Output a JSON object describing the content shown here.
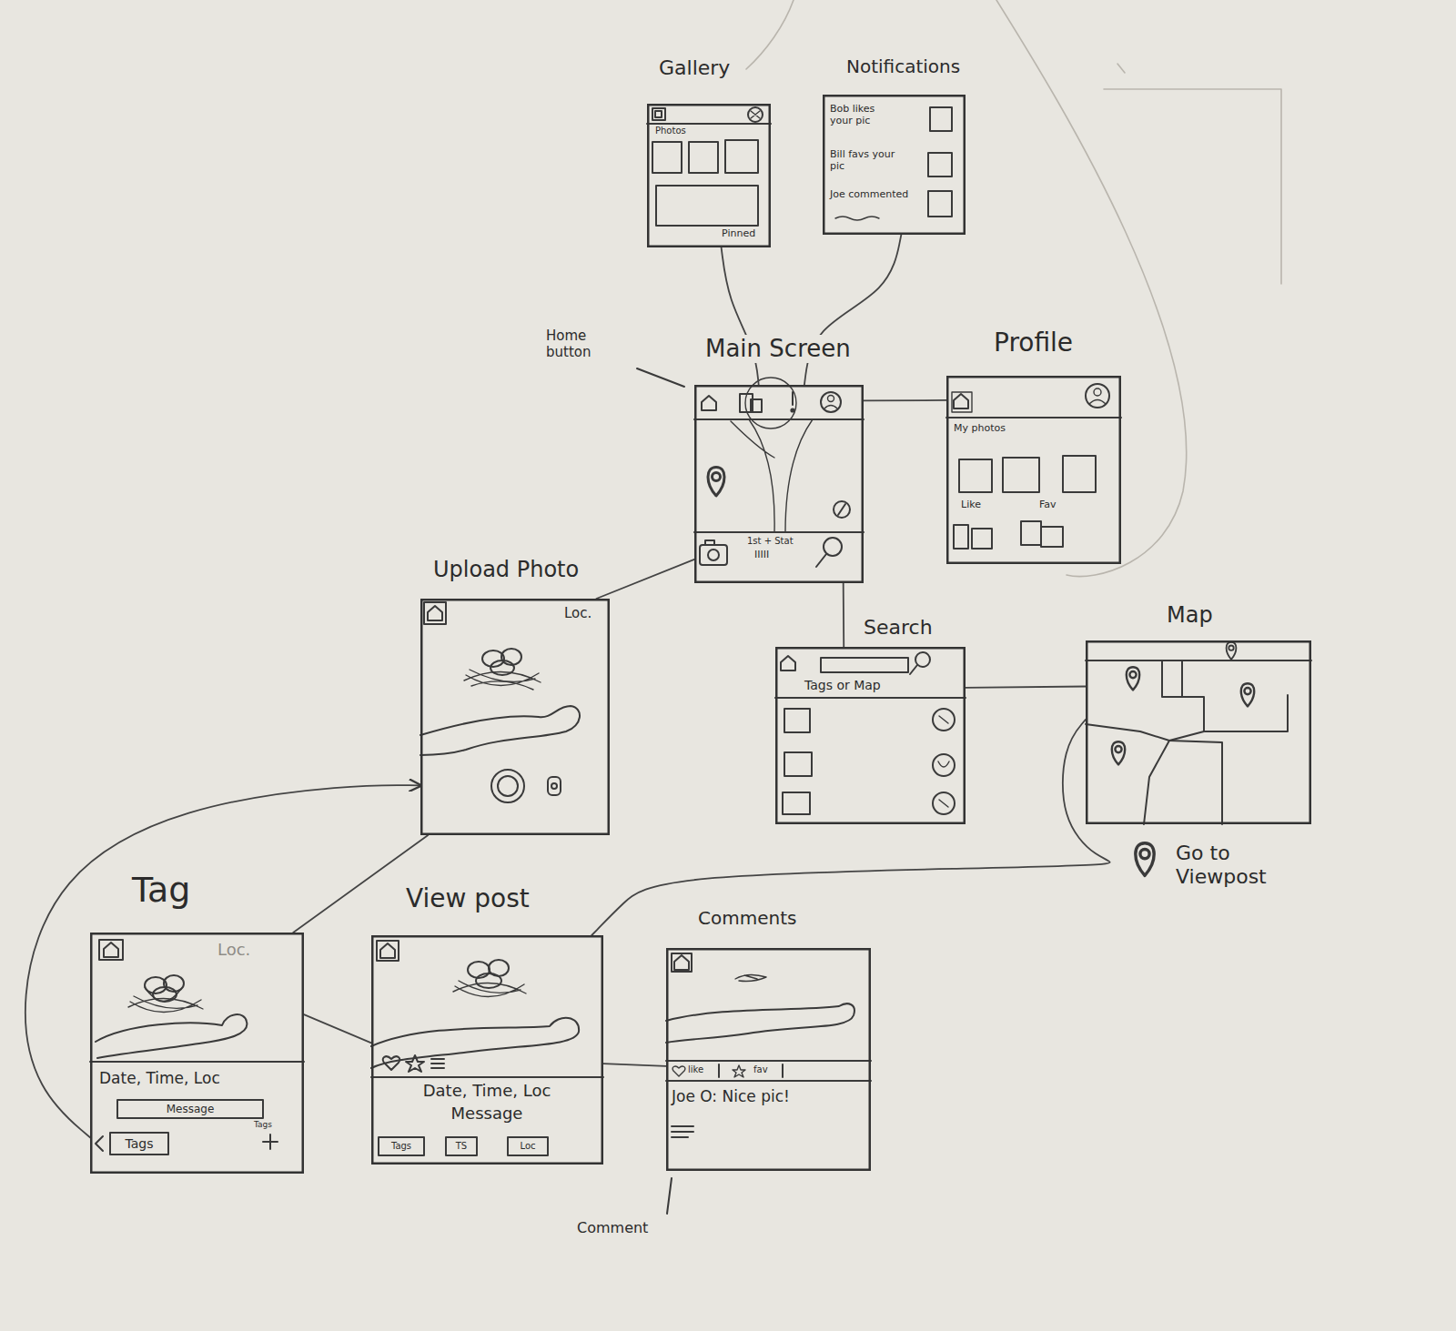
{
  "diagram": {
    "nodes": [
      {
        "text": [
          "Gallery",
          "Photos",
          "Pinned"
        ]
      },
      {
        "text": [
          "Notifications",
          "Bob likes your pic",
          "Bill favs your pic",
          "Joe commented"
        ]
      },
      {
        "text": [
          "Main Screen",
          "1st + Stat",
          "IIIII"
        ]
      },
      {
        "text": [
          "Profile",
          "My photos",
          "Like",
          "Fav"
        ]
      },
      {
        "text": [
          "Upload Photo",
          "Loc."
        ]
      },
      {
        "text": [
          "Search",
          "Tags or Map"
        ]
      },
      {
        "text": [
          "Map"
        ]
      },
      {
        "text": [
          "Tag",
          "Loc.",
          "Date, Time, Loc",
          "Message",
          "Tags",
          "Tags"
        ]
      },
      {
        "text": [
          "View post",
          "Date, Time, Loc",
          "Message",
          "Tags",
          "TS",
          "Loc"
        ]
      },
      {
        "text": [
          "Comments",
          "like",
          "fav",
          "Joe O: Nice pic!"
        ]
      }
    ],
    "edges": [
      {
        "from": 0,
        "to": 2,
        "arrow": "none"
      },
      {
        "from": 1,
        "to": 2,
        "arrow": "none"
      },
      {
        "from": 2,
        "to": 3,
        "arrow": "none"
      },
      {
        "from": 2,
        "to": 4,
        "arrow": "none"
      },
      {
        "from": 2,
        "to": 5,
        "arrow": "none"
      },
      {
        "from": 5,
        "to": 6,
        "arrow": "none"
      },
      {
        "from": 4,
        "to": 7,
        "arrow": "none"
      },
      {
        "from": 7,
        "to": 8,
        "arrow": "none"
      },
      {
        "from": 8,
        "to": 9,
        "arrow": "none"
      },
      {
        "from": 6,
        "to": 8,
        "arrow": "none"
      },
      {
        "from": 7,
        "to": 4,
        "arrow": "to"
      }
    ],
    "labels": [
      "Home button",
      "Go to Viewpost",
      "Comment"
    ]
  }
}
